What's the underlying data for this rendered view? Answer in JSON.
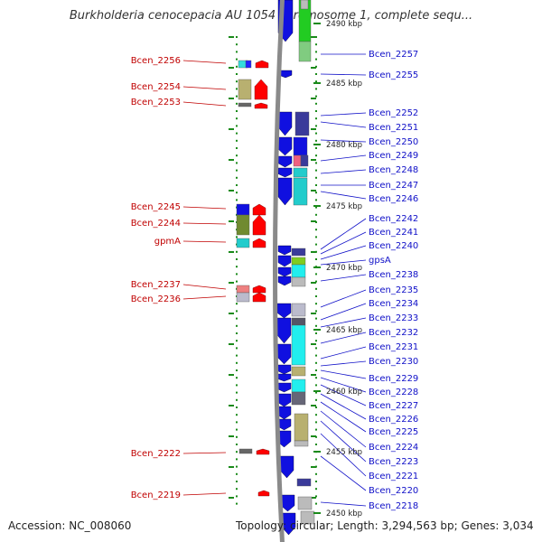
{
  "title": "Burkholderia cenocepacia AU 1054 chromosome 1, complete sequ...",
  "accession": "Accession: NC_008060",
  "topology": "Topology: circular; Length: 3,294,563 bp; Genes: 3,034",
  "colors": {
    "left_label": "#c00000",
    "right_label": "#1010c8",
    "backbone": "#8a8a8a",
    "tick": "#1a8a1a",
    "forward_arrow": "#ff0000",
    "reverse_arrow": "#1010e0"
  },
  "scale_labels": [
    "2490 kbp",
    "2485 kbp",
    "2480 kbp",
    "2475 kbp",
    "2470 kbp",
    "2465 kbp",
    "2460 kbp",
    "2455 kbp",
    "2450 kbp"
  ],
  "left_genes": [
    "Bcen_2256",
    "Bcen_2254",
    "Bcen_2253",
    "Bcen_2245",
    "Bcen_2244",
    "gpmA",
    "Bcen_2237",
    "Bcen_2236",
    "Bcen_2222",
    "Bcen_2219"
  ],
  "right_genes": [
    "Bcen_2257",
    "Bcen_2255",
    "Bcen_2252",
    "Bcen_2251",
    "Bcen_2250",
    "Bcen_2249",
    "Bcen_2248",
    "Bcen_2247",
    "Bcen_2246",
    "Bcen_2242",
    "Bcen_2241",
    "Bcen_2240",
    "gpsA",
    "Bcen_2238",
    "Bcen_2235",
    "Bcen_2234",
    "Bcen_2233",
    "Bcen_2232",
    "Bcen_2231",
    "Bcen_2230",
    "Bcen_2229",
    "Bcen_2228",
    "Bcen_2227",
    "Bcen_2226",
    "Bcen_2225",
    "Bcen_2224",
    "Bcen_2223",
    "Bcen_2221",
    "Bcen_2220",
    "Bcen_2218"
  ]
}
